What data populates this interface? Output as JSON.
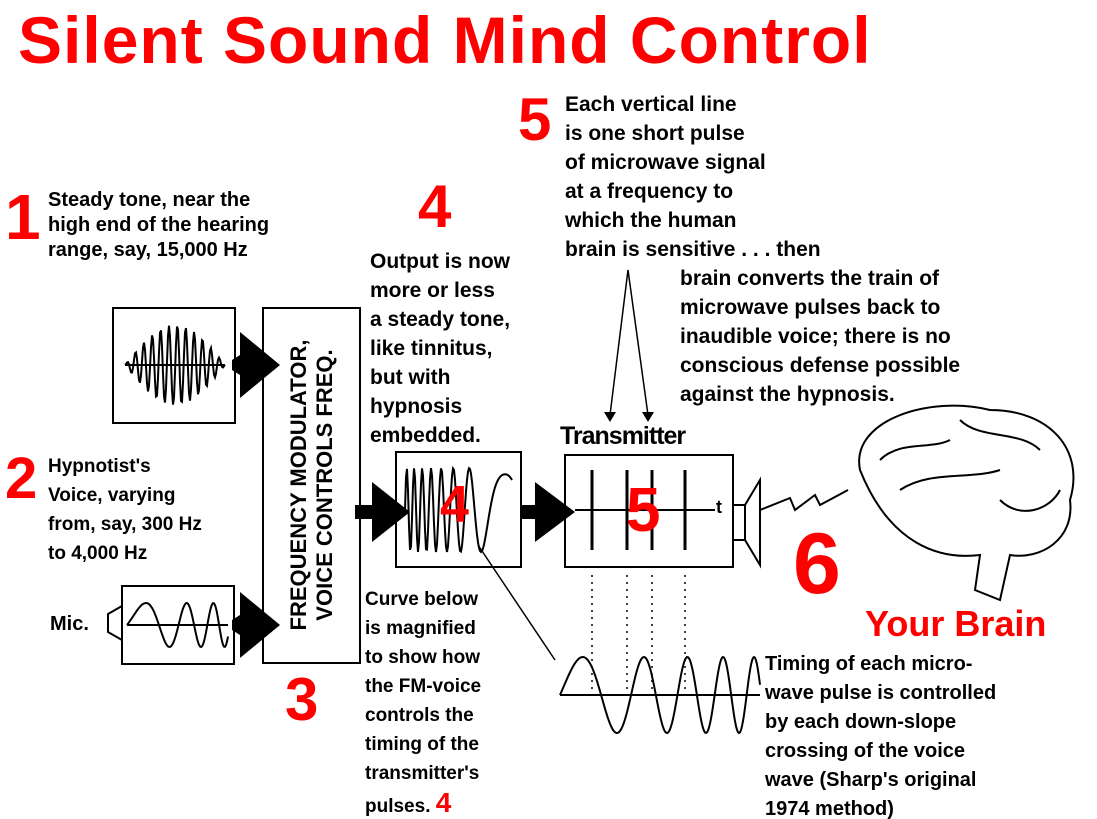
{
  "title": "Silent Sound Mind Control",
  "colors": {
    "accent": "#ff0000",
    "ink": "#000000"
  },
  "steps": {
    "s1": {
      "num": "1",
      "lines": [
        "Steady tone, near the",
        "high end of the hearing",
        "range, say,  15,000 Hz"
      ]
    },
    "s2": {
      "num": "2",
      "lines": [
        "Hypnotist's",
        "Voice, varying",
        "from, say, 300 Hz",
        "to 4,000 Hz"
      ]
    },
    "s3": {
      "num": "3"
    },
    "s4": {
      "num": "4",
      "lines": [
        "Output is now",
        "more or less",
        "a steady tone,",
        "like tinnitus,",
        "but with",
        "hypnosis",
        "embedded."
      ]
    },
    "s5": {
      "num": "5",
      "lines": [
        "Each vertical line",
        "is one short pulse",
        "of microwave signal",
        "at a frequency to",
        "which the human",
        "brain is sensitive . . . then"
      ],
      "cont": [
        "brain converts the train of",
        "microwave pulses back to",
        "inaudible voice; there is no",
        "conscious defense possible",
        "against the hypnosis."
      ]
    },
    "s6": {
      "num": "6",
      "label": "Your Brain"
    }
  },
  "modulator_label": [
    "FREQUENCY MODULATOR,",
    "VOICE CONTROLS FREQ."
  ],
  "mic_label": "Mic.",
  "transmitter_label": "Transmitter",
  "time_axis": "t",
  "curve_note": {
    "lines": [
      "Curve below",
      "is magnified",
      "to show how",
      "the FM-voice",
      "controls the",
      "timing of the",
      "transmitter's",
      "pulses."
    ],
    "num": "4"
  },
  "timing_note": [
    "Timing of each micro-",
    "wave pulse is controlled",
    "by each down-slope",
    "crossing of the voice",
    "wave (Sharp's original",
    "1974 method)"
  ]
}
